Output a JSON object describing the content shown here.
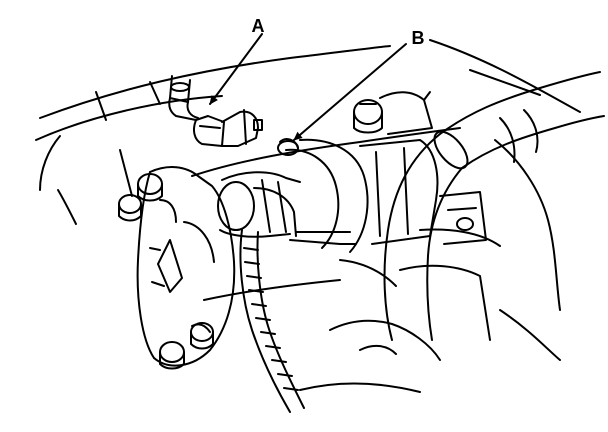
{
  "callouts": {
    "a": {
      "label": "A"
    },
    "b": {
      "label": "B"
    }
  },
  "colors": {
    "ink": "#000000",
    "paper": "#ffffff"
  },
  "icons": [
    "leader-arrow-a",
    "leader-arrow-b",
    "bolt-icon",
    "hose-icon",
    "connector-icon"
  ]
}
